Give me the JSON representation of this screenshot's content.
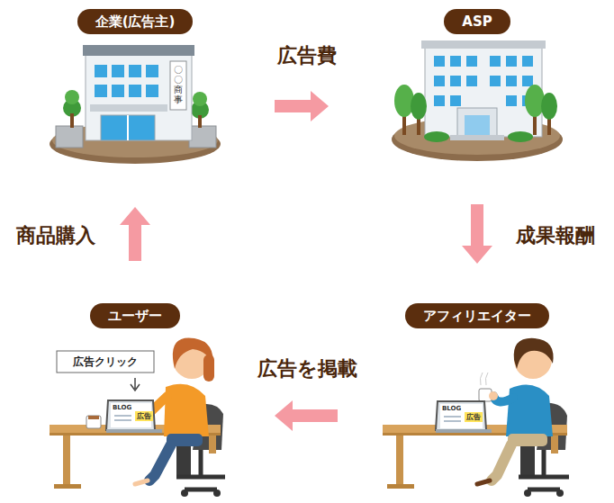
{
  "diagram": {
    "nodes": [
      {
        "text": [
          "企業(広告主)"
        ]
      },
      {
        "text": [
          "ASP"
        ]
      },
      {
        "text": [
          "ユーザー"
        ]
      },
      {
        "text": [
          "アフィリエイター"
        ]
      }
    ],
    "edges": [
      {
        "from": 0,
        "to": 1,
        "arrow": "to",
        "label": "広告費"
      },
      {
        "from": 1,
        "to": 3,
        "arrow": "to",
        "label": "成果報酬"
      },
      {
        "from": 3,
        "to": 2,
        "arrow": "to",
        "label": "広告を掲載"
      },
      {
        "from": 2,
        "to": 0,
        "arrow": "to",
        "label": "商品購入"
      }
    ],
    "labels": [
      "〇〇商事",
      "広告クリック",
      "BLOG",
      "広告",
      "BLOG",
      "広告"
    ]
  }
}
